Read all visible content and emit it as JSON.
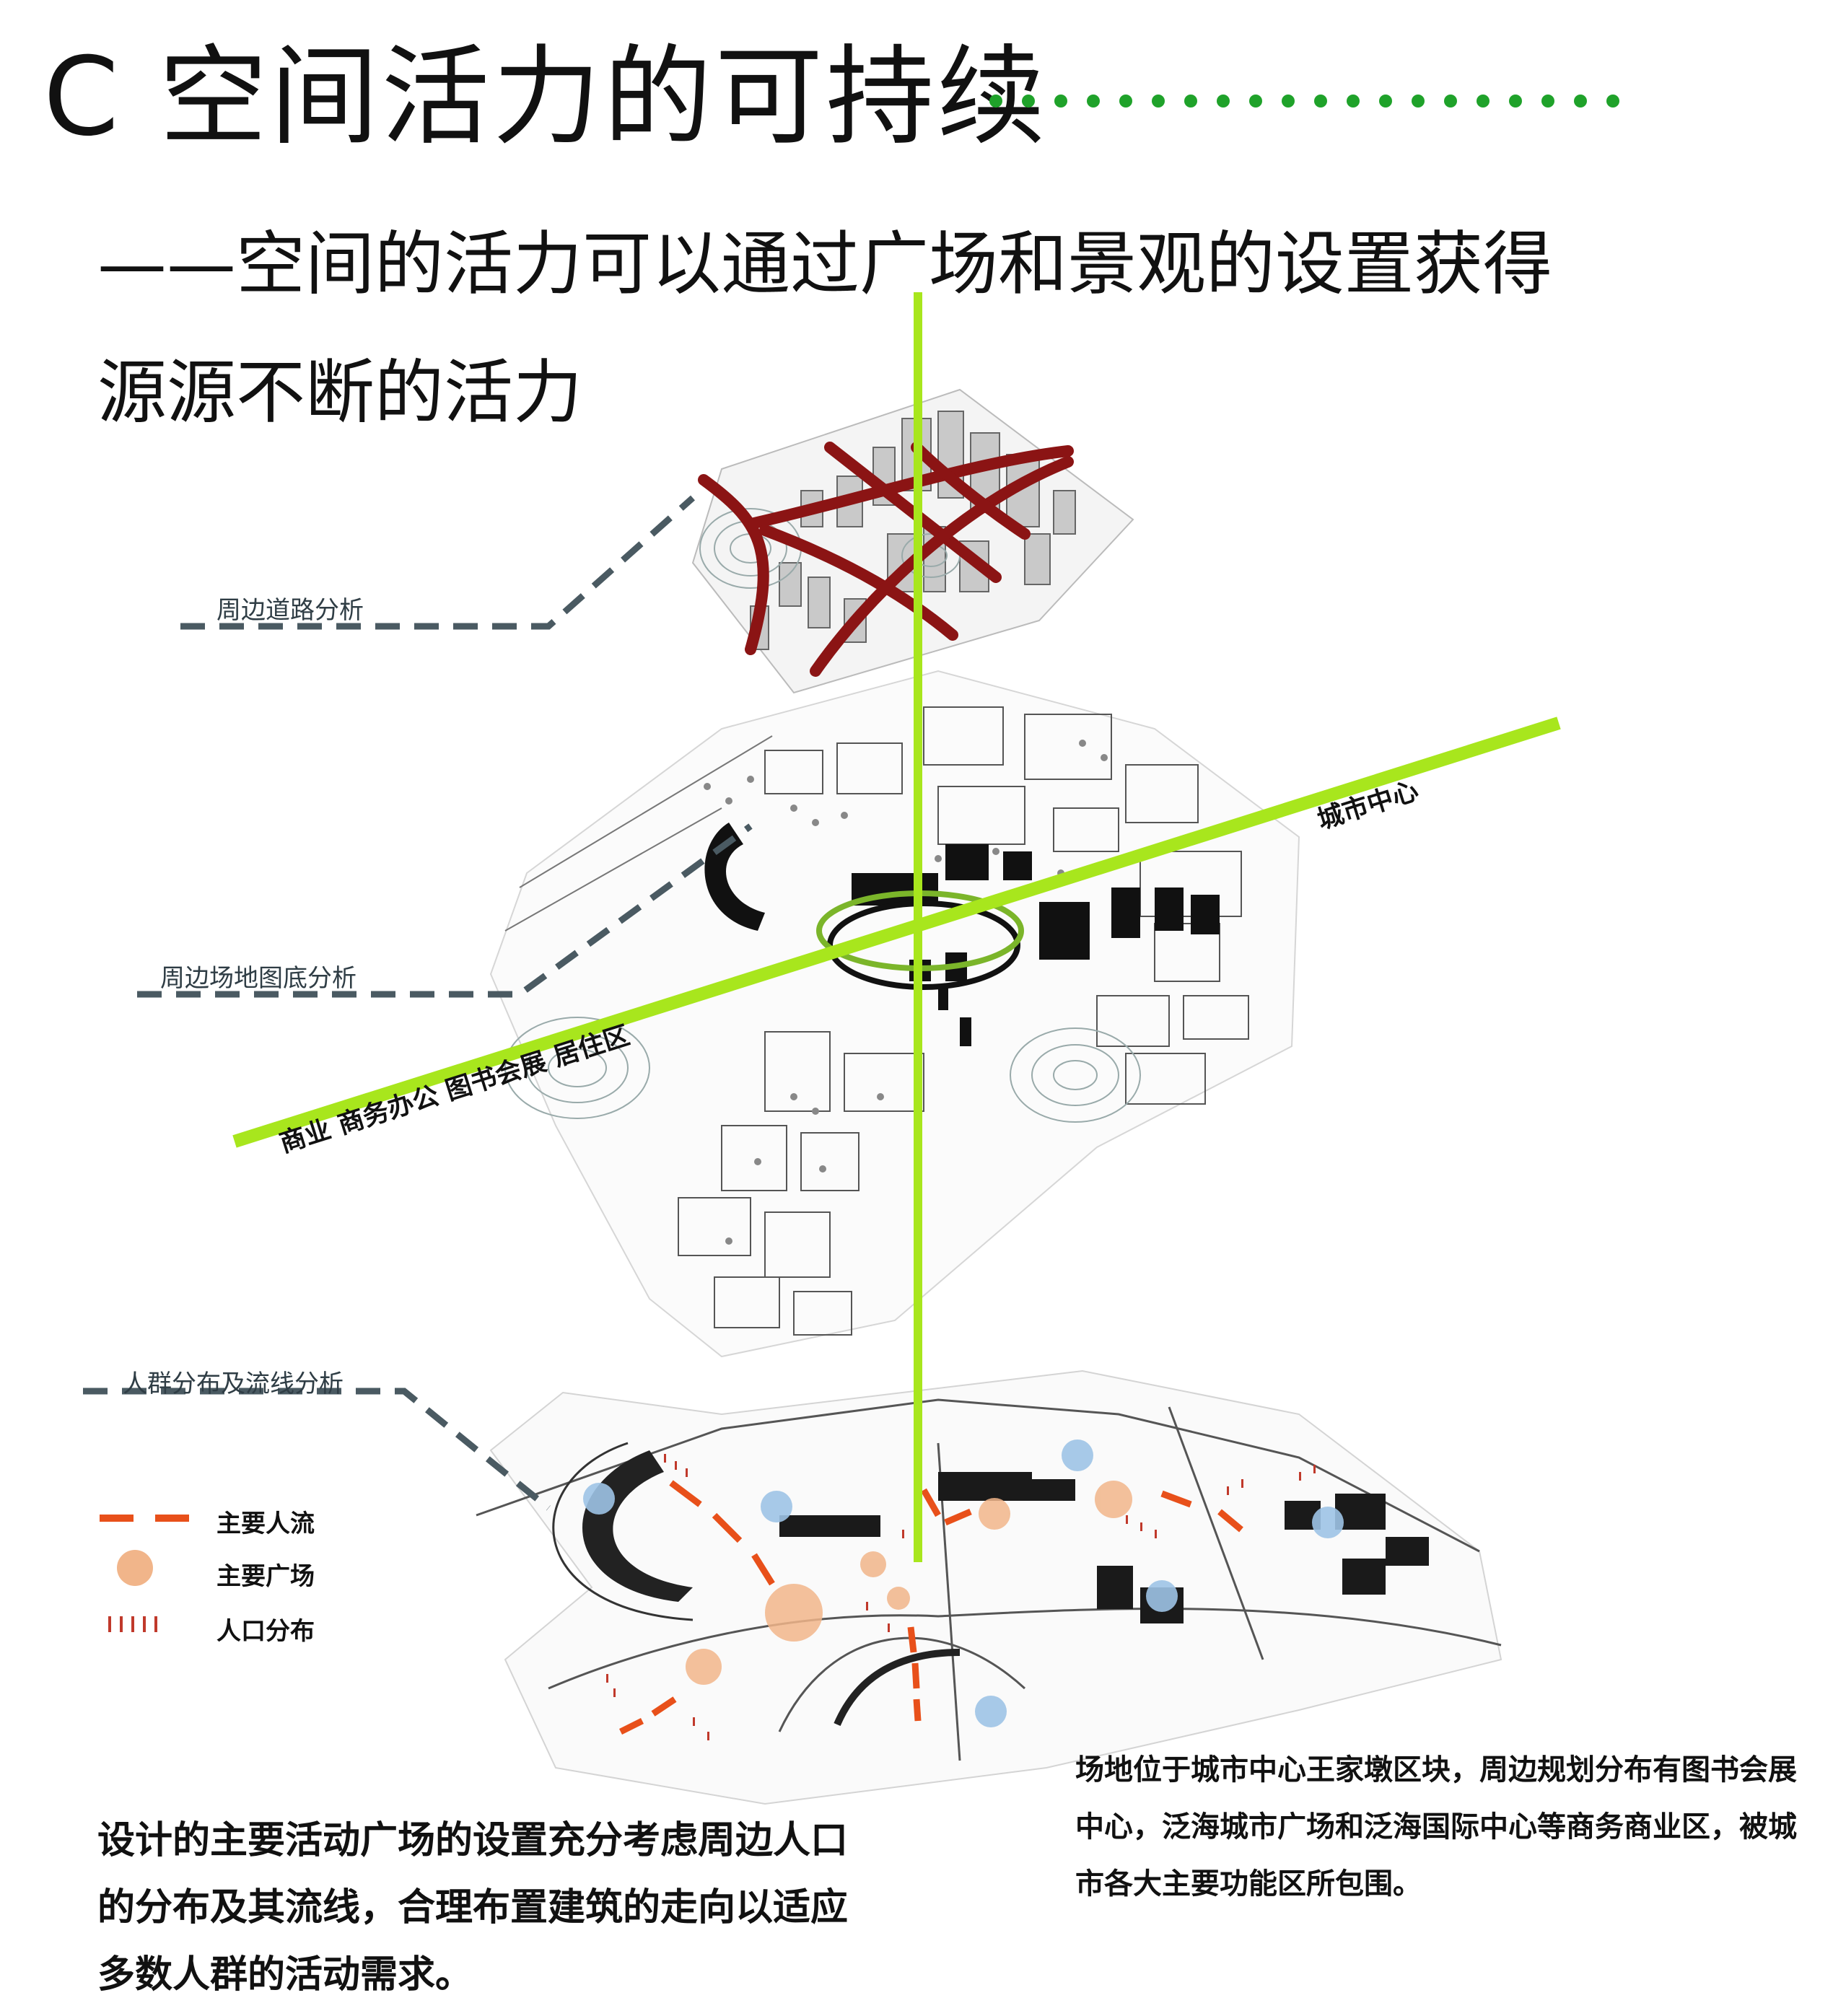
{
  "header": {
    "title": "C 空间活力的可持续",
    "subtitle": "——空间的活力可以通过广场和景观的设置获得",
    "subheading": "源源不断的活力"
  },
  "layers": {
    "road": {
      "label": "周边道路分析"
    },
    "figure_ground": {
      "label": "周边场地图底分析"
    },
    "crowd": {
      "label": "人群分布及流线分析"
    }
  },
  "axis": {
    "city_center": "城市中心",
    "zones": "商业  商务办公  图书会展 居住区"
  },
  "legend": {
    "items": [
      {
        "icon": "dashed-orange-line-icon",
        "label": "主要人流"
      },
      {
        "icon": "orange-circle-icon",
        "label": "主要广场"
      },
      {
        "icon": "people-icon",
        "label": "人口分布"
      }
    ]
  },
  "text": {
    "left_para": "设计的主要活动广场的设置充分考虑周边人口的分布及其流线，合理布置建筑的走向以适应多数人群的活动需求。",
    "right_para": "场地位于城市中心王家墩区块，周边规划分布有图书会展中心，泛海城市广场和泛海国际中心等商务商业区，被城市各大主要功能区所包围。"
  },
  "colors": {
    "green": "#a8e61d",
    "dot_green": "#1fa22a",
    "road_red": "#8b1414",
    "flow_orange": "#e8501a",
    "plaza_orange": "#f1b58a",
    "blue_circle": "#9dc3e6",
    "dash_gray": "#4a5a62"
  }
}
